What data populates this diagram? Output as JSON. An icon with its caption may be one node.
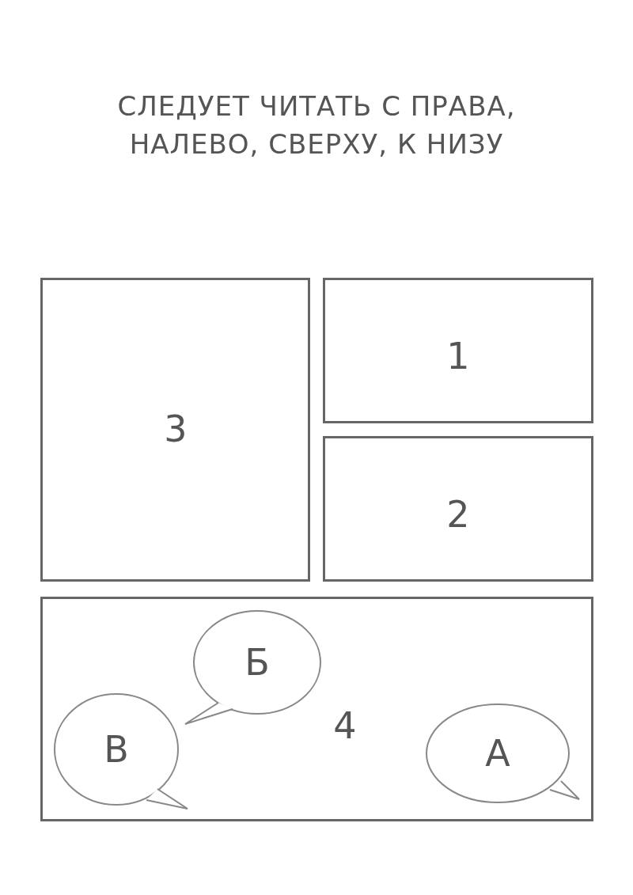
{
  "diagram": {
    "title": "СЛЕДУЕТ ЧИТАТЬ С ПРАВА, НАЛЕВО, СВЕРХУ, К НИЗУ",
    "nodes": [
      {
        "text": [
          "3"
        ]
      },
      {
        "text": [
          "1"
        ]
      },
      {
        "text": [
          "2"
        ]
      },
      {
        "text": [
          "4"
        ]
      },
      {
        "text": [
          "Б"
        ],
        "in": 3
      },
      {
        "text": [
          "В"
        ],
        "in": 3
      },
      {
        "text": [
          "А"
        ],
        "in": 3
      }
    ],
    "edges": []
  }
}
